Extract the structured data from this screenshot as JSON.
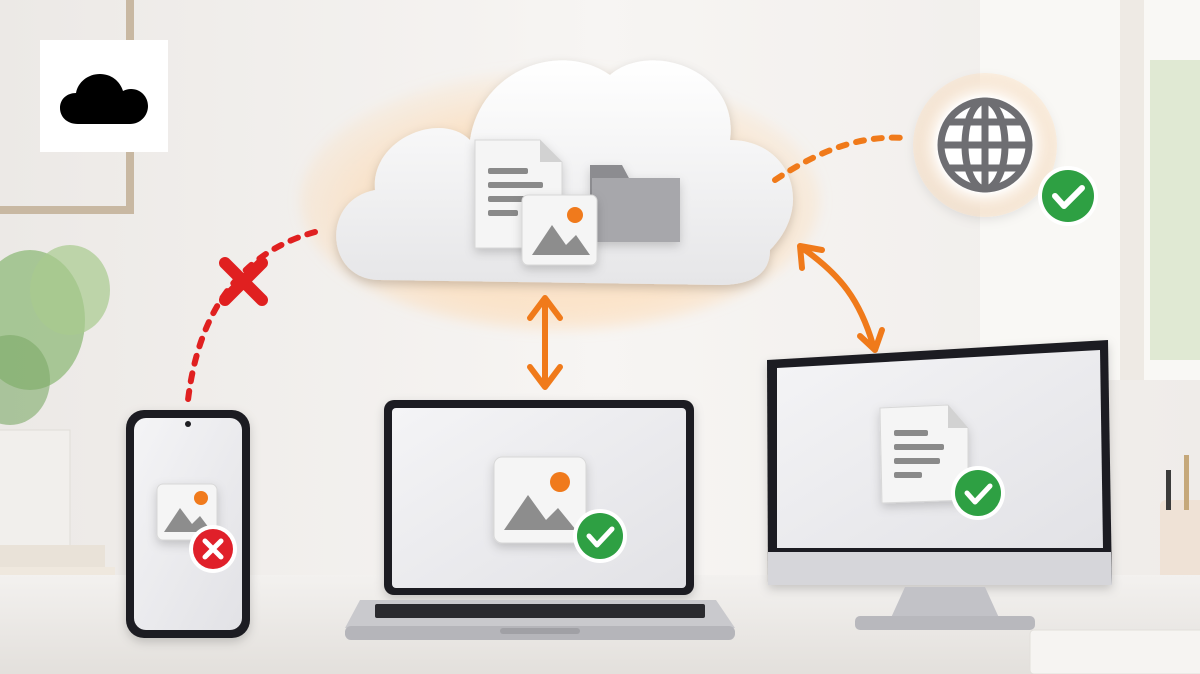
{
  "logo": {
    "icon": "cloud-icon",
    "color": "#000000"
  },
  "cloud": {
    "contents": [
      "document-icon",
      "image-icon",
      "folder-icon"
    ]
  },
  "devices": [
    {
      "type": "smartphone",
      "screen_icon": "image-icon",
      "status": "error",
      "connection": "broken"
    },
    {
      "type": "laptop",
      "screen_icon": "image-icon",
      "status": "success",
      "connection": "synced"
    },
    {
      "type": "desktop-monitor",
      "screen_icon": "document-icon",
      "status": "success",
      "connection": "synced"
    }
  ],
  "web": {
    "icon": "globe-icon",
    "status": "success",
    "connection": "dashed"
  },
  "colors": {
    "success": "#2ea043",
    "error": "#e0202a",
    "sync_arrow": "#f07a1a",
    "broken_link": "#e02020",
    "background": "#f4f1ee"
  }
}
